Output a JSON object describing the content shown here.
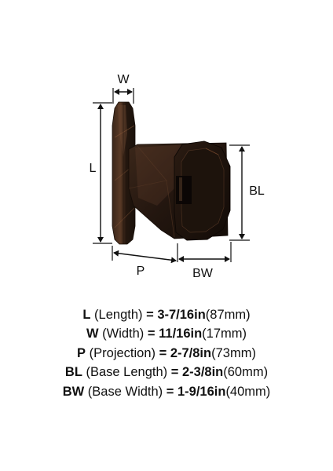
{
  "product": {
    "finish_color": "#2b1d16",
    "highlight_color": "#7a4a2c"
  },
  "diagram": {
    "labels": {
      "w": "W",
      "l": "L",
      "bl": "BL",
      "p": "P",
      "bw": "BW"
    }
  },
  "specs": [
    {
      "abbr": "L",
      "desc": " (Length) ",
      "eq": "= ",
      "imperial": "3-7/16in",
      "metric": "(87mm)"
    },
    {
      "abbr": "W",
      "desc": " (Width) ",
      "eq": "= ",
      "imperial": "11/16in",
      "metric": "(17mm)"
    },
    {
      "abbr": "P",
      "desc": " (Projection) ",
      "eq": "= ",
      "imperial": "2-7/8in",
      "metric": "(73mm)"
    },
    {
      "abbr": "BL",
      "desc": " (Base Length) ",
      "eq": "= ",
      "imperial": "2-3/8in",
      "metric": "(60mm)"
    },
    {
      "abbr": "BW",
      "desc": " (Base Width) ",
      "eq": "= ",
      "imperial": "1-9/16in",
      "metric": "(40mm)"
    }
  ]
}
